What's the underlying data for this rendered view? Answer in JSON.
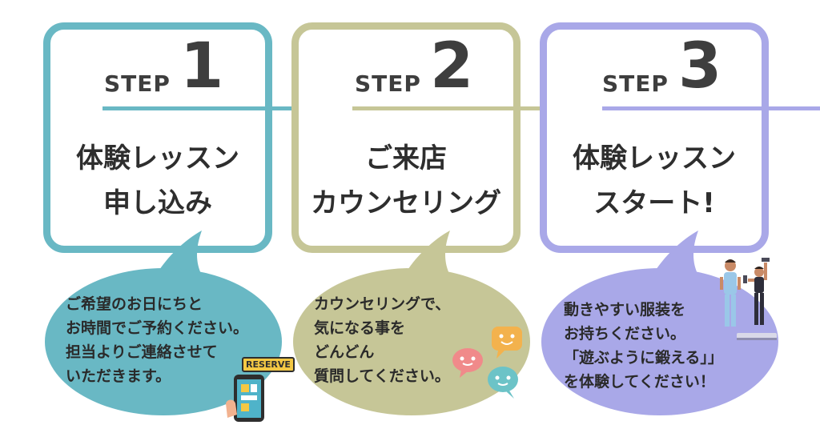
{
  "colors": {
    "teal": "#69b8c4",
    "olive": "#c6c697",
    "lavender": "#a9a8e8"
  },
  "steps": [
    {
      "word": "STEP",
      "number": "1",
      "title": "体験レッスン\n申し込み",
      "bubble": "ご希望のお日にちと\nお時間でご予約ください。\n担当よりご連絡させて\nいただきます。",
      "badge": "RESERVE"
    },
    {
      "word": "STEP",
      "number": "2",
      "title": "ご来店\nカウンセリング",
      "bubble": "カウンセリングで、\n気になる事を\nどんどん\n質問してください。"
    },
    {
      "word": "STEP",
      "number": "3",
      "title": "体験レッスン\nスタート!",
      "bubble": "動きやすい服装を\nお持ちください。\n「遊ぶように鍛える」」\nを体験してください！"
    }
  ]
}
